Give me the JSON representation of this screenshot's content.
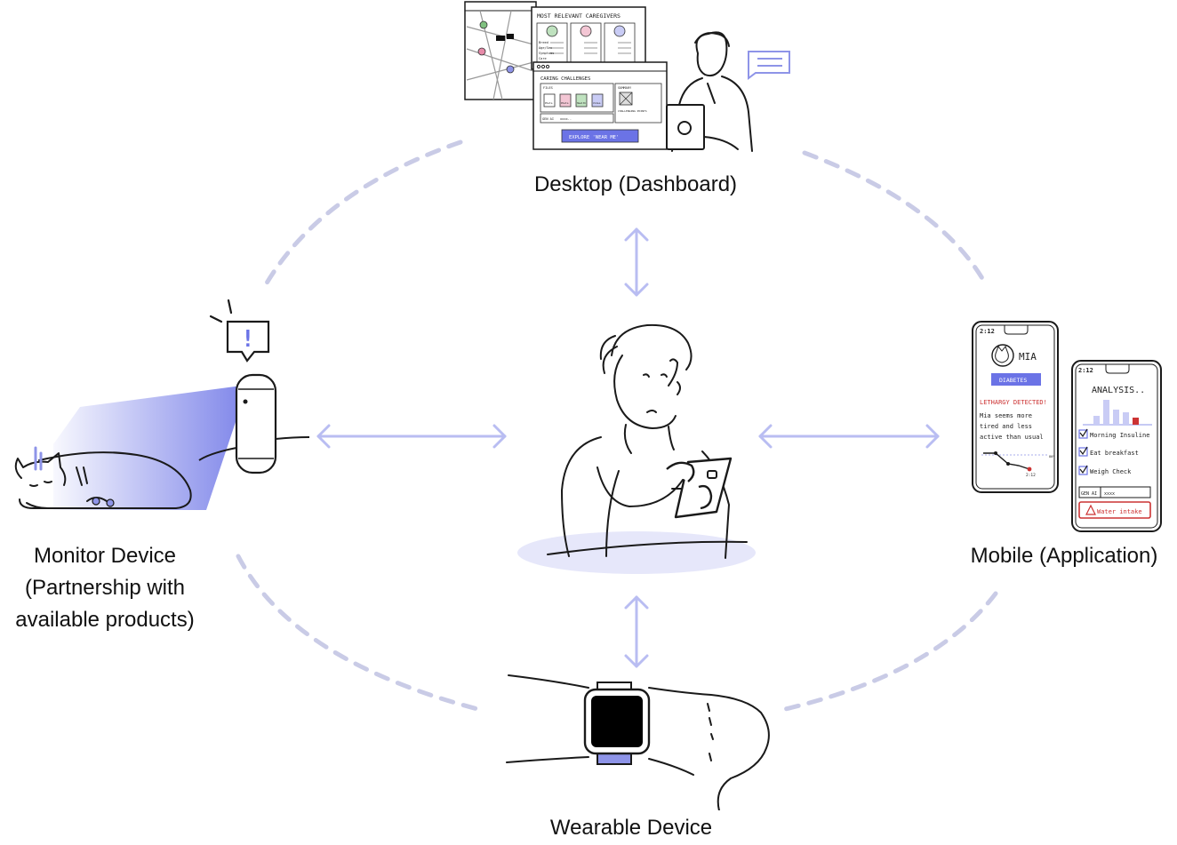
{
  "labels": {
    "desktop": "Desktop (Dashboard)",
    "monitor_line1": "Monitor Device",
    "monitor_line2": "(Partnership with",
    "monitor_line3": "available products)",
    "mobile": "Mobile (Application)",
    "wearable": "Wearable Device"
  },
  "dashboard": {
    "caregivers_title": "MOST RELEVANT CAREGIVERS",
    "card_fields": [
      "Breed",
      "Age/Sex",
      "Symptoms",
      "Care"
    ],
    "challenges_title": "CARING CHALLENGES",
    "files_label": "FILES",
    "summary_label": "SUMMARY",
    "file_names": [
      "Photo",
      "Photo",
      "Health",
      "Video"
    ],
    "challenging_points": "CHALLENGING POINTS",
    "gen_ai_label": "GEN AI",
    "gen_ai_value": "xxxx..",
    "explore_button": "EXPLORE 'NEAR ME'"
  },
  "mobile_app": {
    "time": "2:12",
    "pet_name": "MIA",
    "condition_badge": "DIABETES",
    "alert_title": "LETHARGY DETECTED!",
    "alert_text_1": "Mia seems more",
    "alert_text_2": "tired and less",
    "alert_text_3": "active than usual",
    "chart_end_label": "2:12",
    "chart_ref_label": "80%",
    "analysis_title": "ANALYSIS..",
    "checklist": [
      "Morning Insuline",
      "Eat breakfast",
      "Weigh Check"
    ],
    "gen_ai_label": "GEN AI",
    "gen_ai_value": "xxxx",
    "warning": "Water intake"
  },
  "monitor": {
    "alert_symbol": "!"
  },
  "colors": {
    "accent": "#6b73e6",
    "arrow": "#b9bdf2",
    "dashed": "#c9cbe6",
    "alert_red": "#cc3333",
    "shadow": "#e6e7fa"
  }
}
